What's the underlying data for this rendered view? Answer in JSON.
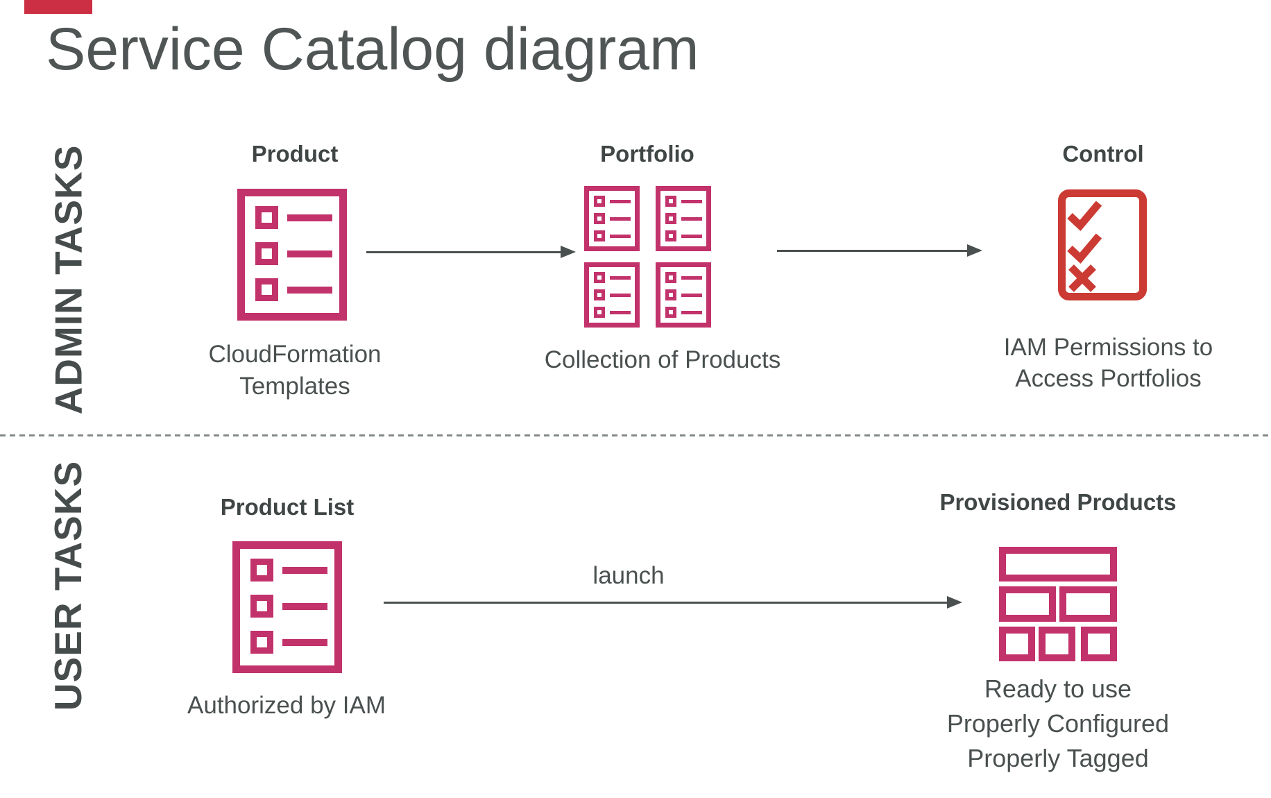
{
  "title": "Service Catalog diagram",
  "colors": {
    "icon_magenta": "#c2326b",
    "icon_red": "#cb3a33",
    "accent_bar_red": "#cc2f44",
    "text_dark": "#464c4c",
    "arrow_gray": "#4a5050"
  },
  "sections": {
    "admin": {
      "row_label": "ADMIN TASKS",
      "product": {
        "label": "Product",
        "caption": "CloudFormation Templates"
      },
      "portfolio": {
        "label": "Portfolio",
        "caption": "Collection of Products"
      },
      "control": {
        "label": "Control",
        "caption": "IAM Permissions to Access Portfolios"
      }
    },
    "user": {
      "row_label": "USER TASKS",
      "product_list": {
        "label": "Product List",
        "caption": "Authorized by IAM"
      },
      "launch_label": "launch",
      "provisioned": {
        "label": "Provisioned Products",
        "caption_lines": [
          "Ready to use",
          "Properly Configured",
          "Properly Tagged"
        ]
      }
    }
  }
}
